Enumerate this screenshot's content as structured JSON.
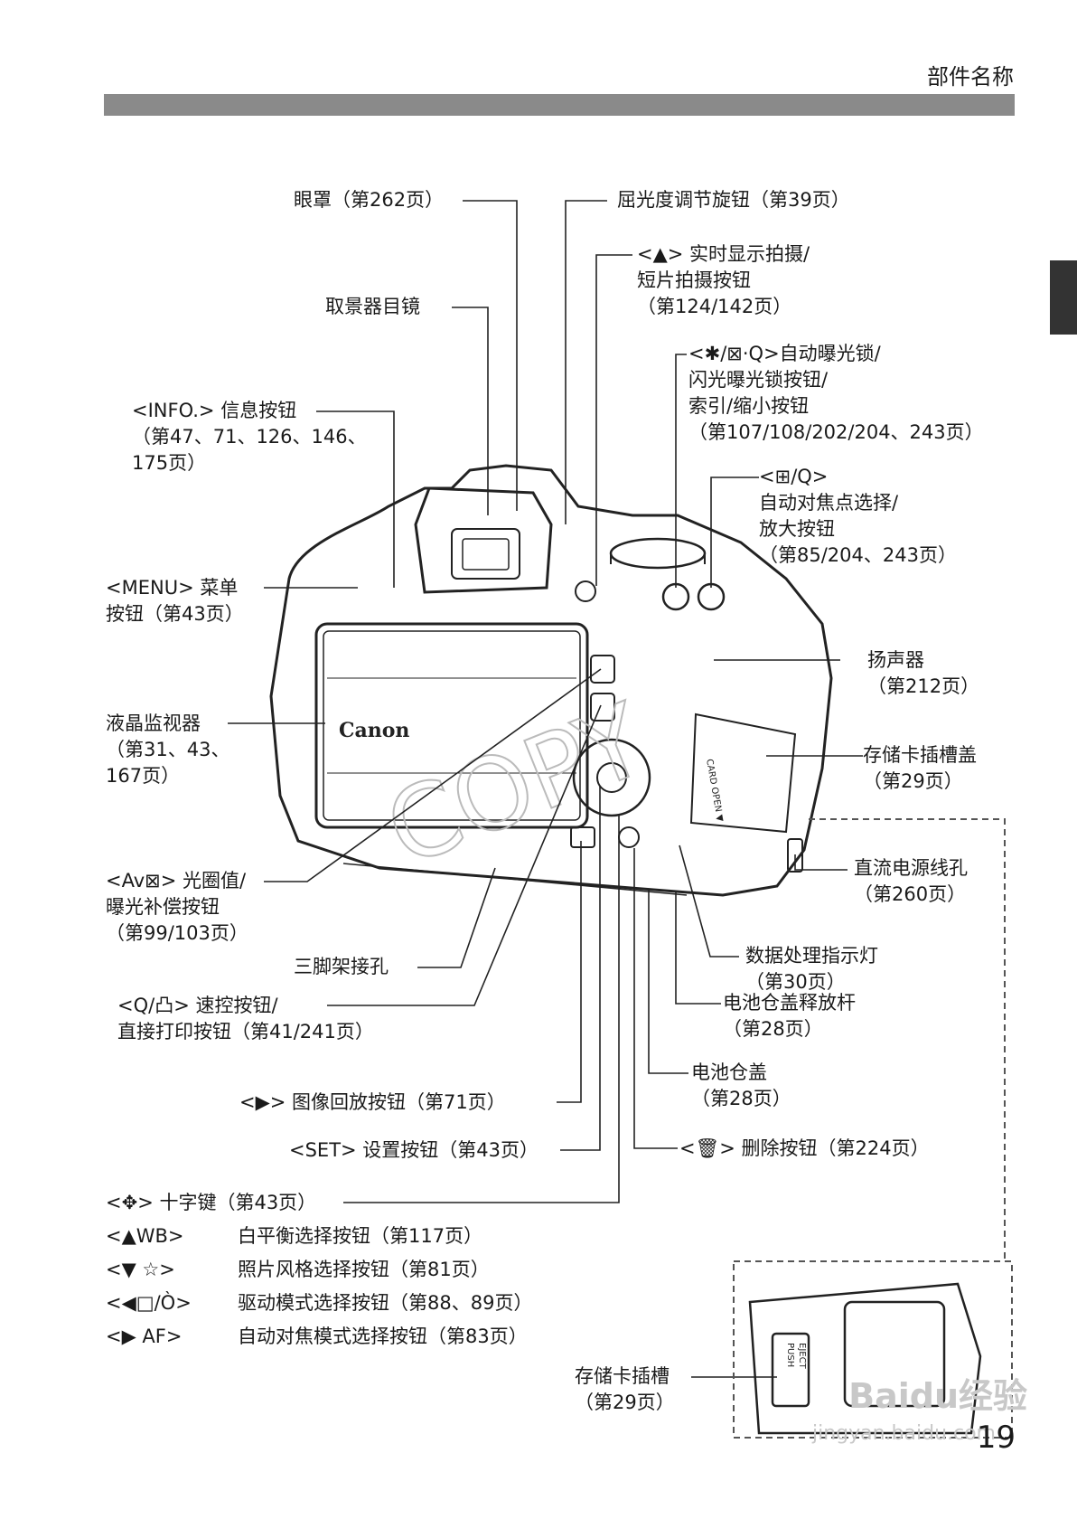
{
  "header": {
    "section": "部件名称"
  },
  "page_number": "19",
  "callouts": {
    "eyecup": "眼罩（第262页）",
    "viewfinder": "取景器目镜",
    "info_btn": [
      "<INFO.> 信息按钮",
      "（第47、71、126、146、",
      "175页）"
    ],
    "menu_btn": [
      "<MENU> 菜单",
      "按钮（第43页）"
    ],
    "lcd": [
      "液晶监视器",
      "（第31、43、",
      "167页）"
    ],
    "av_btn": [
      "<Av⊠> 光圈值/",
      "曝光补偿按钮",
      "（第99/103页）"
    ],
    "tripod": "三脚架接孔",
    "q_btn": [
      "<Q/凸> 速控按钮/",
      "直接打印按钮（第41/241页）"
    ],
    "play_btn": "<▶> 图像回放按钮（第71页）",
    "set_btn": "<SET> 设置按钮（第43页）",
    "cross": "<✥> 十字键（第43页）",
    "diopter": "屈光度调节旋钮（第39页）",
    "live_view": [
      "<▲> 实时显示拍摄/",
      "短片拍摄按钮",
      "（第124/142页）"
    ],
    "ae_lock": [
      "<✱/⊠·Q>自动曝光锁/",
      "闪光曝光锁按钮/",
      "索引/缩小按钮",
      "（第107/108/202/204、243页）"
    ],
    "af_point": [
      "<⊞/Q>",
      "自动对焦点选择/",
      "放大按钮",
      "（第85/204、243页）"
    ],
    "speaker": [
      "扬声器",
      "（第212页）"
    ],
    "card_cover": [
      "存储卡插槽盖",
      "（第29页）"
    ],
    "dc_hole": [
      "直流电源线孔",
      "（第260页）"
    ],
    "access_lamp": [
      "数据处理指示灯",
      "（第30页）"
    ],
    "batt_lever": [
      "电池仓盖释放杆",
      "（第28页）"
    ],
    "batt_cover": [
      "电池仓盖",
      "（第28页）"
    ],
    "erase_btn": "<🗑> 删除按钮（第224页）",
    "card_slot": [
      "存储卡插槽",
      "（第29页）"
    ]
  },
  "cross_keys": [
    {
      "key": "<▲WB>",
      "desc": "白平衡选择按钮（第117页）"
    },
    {
      "key": "<▼ ☆>",
      "desc": "照片风格选择按钮（第81页）"
    },
    {
      "key": "<◀□/Ò>",
      "desc": "驱动模式选择按钮（第88、89页）"
    },
    {
      "key": "<▶ AF>",
      "desc": "自动对焦模式选择按钮（第83页）"
    }
  ],
  "camera": {
    "brand": "Canon",
    "card_text": "CARD OPEN ▼",
    "push": "PUSH",
    "eject": "EJECT"
  },
  "watermark": {
    "brand": "Baidu经验",
    "url": "jingyan.baidu.com",
    "copy": "COPY"
  }
}
